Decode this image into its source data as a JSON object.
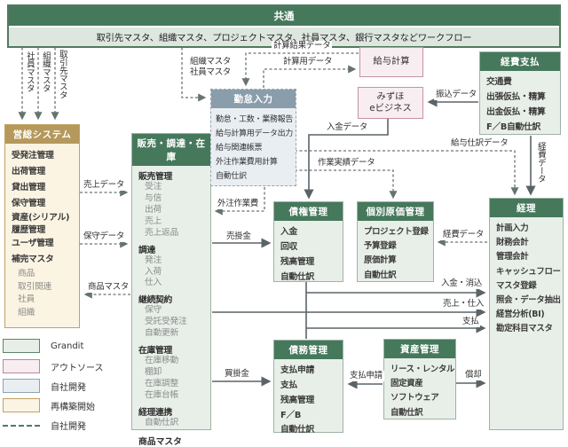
{
  "common": {
    "title": "共通",
    "subtitle": "取引先マスタ、組織マスタ、プロジェクトマスタ、社員マスタ、銀行マスタなどワークフロー"
  },
  "feeds": {
    "employee": "社員マスタ",
    "org": "組織マスタ",
    "partner": "取引先マスタ",
    "kintai_line1": "組織マスタ",
    "kintai_line2": "社員マスタ"
  },
  "boxes": {
    "eiso": {
      "title": "営総システム",
      "items": [
        "受発注管理",
        "出荷管理",
        "貸出管理",
        "保守管理",
        "資産(シリアル)履歴管理",
        "ユーザ管理"
      ],
      "master_title": "補完マスタ",
      "master_items": [
        "商品",
        "取引関連",
        "社員",
        "組織"
      ]
    },
    "hanbai": {
      "title": "販売・調達・在庫",
      "sections": [
        {
          "t": "販売管理",
          "i": [
            "受注",
            "与信",
            "出荷",
            "売上",
            "売上返品"
          ]
        },
        {
          "t": "調達",
          "i": [
            "発注",
            "入荷",
            "仕入"
          ]
        },
        {
          "t": "継続契約",
          "i": [
            "保守",
            "受託受発注",
            "自動更新"
          ]
        },
        {
          "t": "在庫管理",
          "i": [
            "在庫移動",
            "棚卸",
            "在庫調整",
            "在庫台帳"
          ]
        },
        {
          "t": "経理連携",
          "i": [
            "自動仕訳"
          ]
        }
      ],
      "footer": "商品マスタ"
    },
    "kintai": {
      "title": "勤怠入力",
      "items": [
        "勤怠・工数・業務報告",
        "給与計算用データ出力",
        "給与関連帳票",
        "外注作業費用計算",
        "自動仕訳"
      ]
    },
    "kyuyo": {
      "title": "給与計算"
    },
    "mizuho": {
      "line1": "みずほ",
      "line2": "eビジネス"
    },
    "keihi": {
      "title": "経費支払",
      "items": [
        "交通費",
        "出張仮払・精算",
        "出金仮払・精算",
        "F／B自動仕訳"
      ]
    },
    "saiken": {
      "title": "債権管理",
      "items": [
        "入金",
        "回収",
        "残高管理",
        "自動仕訳"
      ]
    },
    "kobetsu": {
      "title": "個別原価管理",
      "items": [
        "プロジェクト登録",
        "予算登録",
        "原価計算",
        "自動仕訳"
      ]
    },
    "saimu": {
      "title": "債務管理",
      "items": [
        "支払申請",
        "支払",
        "残高管理",
        "F／B",
        "自動仕訳"
      ]
    },
    "shisan": {
      "title": "資産管理",
      "items": [
        "リース・レンタル",
        "固定資産",
        "ソフトウェア",
        "自動仕訳"
      ]
    },
    "keiri": {
      "title": "経理",
      "items": [
        "計画入力",
        "財務会計",
        "管理会計",
        "キャッシュフロー",
        "マスタ登録",
        "照会・データ抽出",
        "経営分析(BI)",
        "勘定科目マスタ"
      ]
    }
  },
  "flow_labels": {
    "keisan_kekka": "計算結果データ",
    "keisan_yo": "計算用データ",
    "furikomi": "振込データ",
    "nyukin": "入金データ",
    "kyuyo_shiwake": "給与仕訳データ",
    "keihi_right": "経費データ",
    "sagyo_jisseki": "作業実績データ",
    "gaichu": "外注作業費",
    "uriage": "売上データ",
    "hoshu": "保守データ",
    "shohin": "商品マスタ",
    "urikake": "売掛金",
    "kaikake": "買掛金",
    "keihi_left": "経費データ",
    "nyukin_keshikomi": "入金・消込",
    "uriage_shiire": "売上・仕入",
    "shiharai": "支払",
    "shiharai_shinsei": "支払申請",
    "shokyaku": "償却"
  },
  "legend": {
    "items": [
      {
        "label": "Grandit",
        "style": "grandit"
      },
      {
        "label": "アウトソース",
        "style": "outsource"
      },
      {
        "label": "自社開発",
        "style": "inhouse"
      },
      {
        "label": "再構築開始",
        "style": "rebuild"
      },
      {
        "label": "自社開発",
        "style": "dashed-line"
      }
    ]
  },
  "colors": {
    "grandit_green": "#46785c",
    "light_green_fill": "#e8efe9",
    "outsource_pink": "#c791a4",
    "outsource_fill": "#f8eef2",
    "inhouse_blue": "#8a9dab",
    "inhouse_fill": "#e9eef2",
    "rebuild_tan": "#b5985c",
    "rebuild_fill": "#fbf4e3",
    "arrow_solid": "#5a6468",
    "arrow_dashed": "#66736e"
  }
}
